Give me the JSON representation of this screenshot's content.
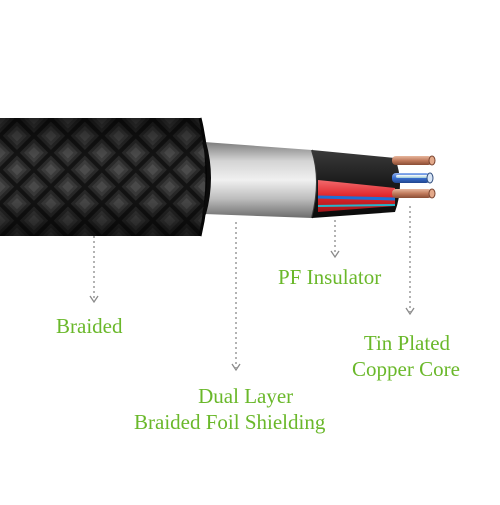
{
  "diagram": {
    "subject": "braided cable cross-section",
    "colors": {
      "label_text": "#6ab82a",
      "leader_line": "#8a8a8a",
      "braid_base": "#141414",
      "braid_highlight": "#5a5a5a",
      "foil": "#b9b9b9",
      "copper": "#c07a5c",
      "wire_red": "#e0262b",
      "wire_blue": "#3a6fd0"
    },
    "labels": {
      "braided": "Braided",
      "dual_layer": [
        "Dual Layer",
        "Braided Foil Shielding"
      ],
      "pf_insulator": "PF Insulator",
      "tin_plated": [
        "Tin Plated",
        "Copper Core"
      ]
    }
  }
}
